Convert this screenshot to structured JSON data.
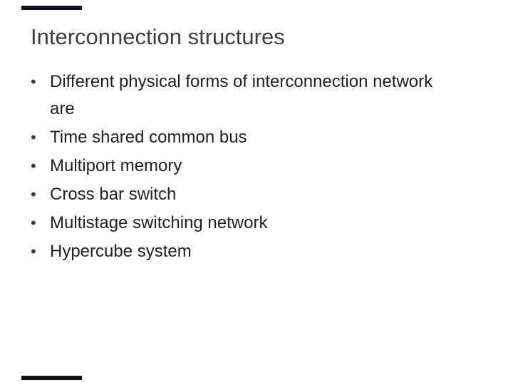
{
  "slide": {
    "title": "Interconnection structures",
    "bullet_char": "•",
    "bullets": [
      "Different physical forms of interconnection network are",
      "Time shared common bus",
      "Multiport memory",
      "Cross bar switch",
      "Multistage switching network",
      "Hypercube system"
    ],
    "colors": {
      "background": "#ffffff",
      "title_text": "#3d3d3d",
      "body_text": "#1f1f1f",
      "accent_bar": "#11111b"
    }
  }
}
